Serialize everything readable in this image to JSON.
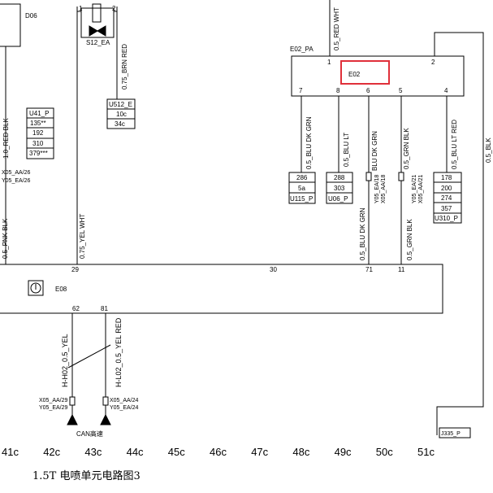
{
  "connectors": {
    "d06": "D06",
    "s12": {
      "label": "S12_EA",
      "pin_left": "1",
      "pin_right": "2"
    },
    "u512": {
      "label": "U512_E",
      "rows": [
        "10c",
        "34c"
      ]
    },
    "u41": {
      "label": "U41_P",
      "rows": [
        "135**",
        "192",
        "310",
        "379***"
      ]
    },
    "e02_pa": {
      "label": "E02_PA"
    },
    "e02": {
      "label": "E02",
      "pins": {
        "p1": "1",
        "p2": "2",
        "p7": "7",
        "p8a": "8",
        "p6": "6",
        "p5": "5",
        "p4": "4"
      }
    },
    "u115": {
      "label": "U115_P",
      "rows": [
        "286",
        "5a"
      ]
    },
    "u06": {
      "label": "U06_P",
      "rows": [
        "288",
        "303"
      ]
    },
    "u310": {
      "label": "U310_P",
      "rows": [
        "178",
        "200",
        "274",
        "357"
      ]
    },
    "e08": {
      "label": "E08",
      "pins": {
        "p29": "29",
        "p30": "30",
        "p71": "71",
        "p11": "11",
        "p62": "62",
        "p81": "81"
      }
    },
    "j335": "J335_P"
  },
  "splices": {
    "x05_26": [
      "X05_AA/26",
      "Y05_EA/26"
    ],
    "y05_18": [
      "Y05_EA/18",
      "X05_AA/18"
    ],
    "y05_21": [
      "Y05_EA/21",
      "X05_AA/21"
    ],
    "x05_29": [
      "X05_AA/29",
      "Y05_EA/29"
    ],
    "x05_24": [
      "X05_AA/24",
      "Y05_EA/24"
    ]
  },
  "wires": {
    "red_blk": "1.0_RED BLK",
    "pnk_blk": "0.5_PNK BLK",
    "brn_red": "0.75_BRN RED",
    "yel_wht": "0.75_YEL WHT",
    "red_wht": "0.5_RED WHT",
    "blu_dk_grn_a": "0.5_BLU DK GRN",
    "blu_lt": "0.5_BLU LT",
    "blu_dk_grn_b": "BLU DK GRN",
    "grn_blk_a": "0.5_GRN BLK",
    "blu_lt_red": "0.5_BLU LT RED",
    "blu_dk_grn_c": "0.5_BLU DK GRN",
    "grn_blk_b": "0.5_GRN BLK",
    "blk": "0.5_BLK",
    "h_h02": "H-H02_0.5_YEL",
    "h_l02": "H-L02_0.5_YEL RED"
  },
  "can_label": "CAN高速",
  "grid_labels": [
    "41c",
    "42c",
    "43c",
    "44c",
    "45c",
    "46c",
    "47c",
    "48c",
    "49c",
    "50c",
    "51c"
  ],
  "caption": "1.5T   电喷单元电路图3",
  "highlight_color": "#e0303a"
}
